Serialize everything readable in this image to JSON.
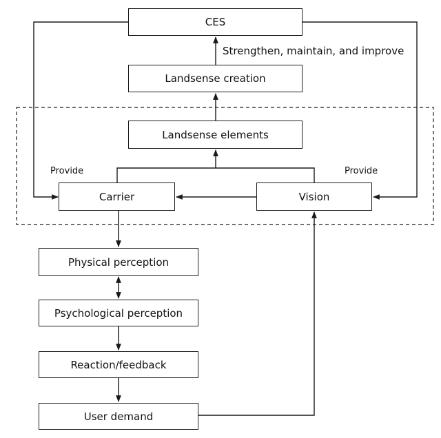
{
  "nodes": {
    "ces": "CES",
    "landsense_creation": "Landsense creation",
    "landsense_elements": "Landsense elements",
    "carrier": "Carrier",
    "vision": "Vision",
    "physical_perception": "Physical perception",
    "psychological_perception": "Psychological perception",
    "reaction_feedback": "Reaction/feedback",
    "user_demand": "User demand"
  },
  "edge_labels": {
    "strengthen": "Strengthen, maintain, and improve",
    "provide_left": "Provide",
    "provide_right": "Provide"
  }
}
